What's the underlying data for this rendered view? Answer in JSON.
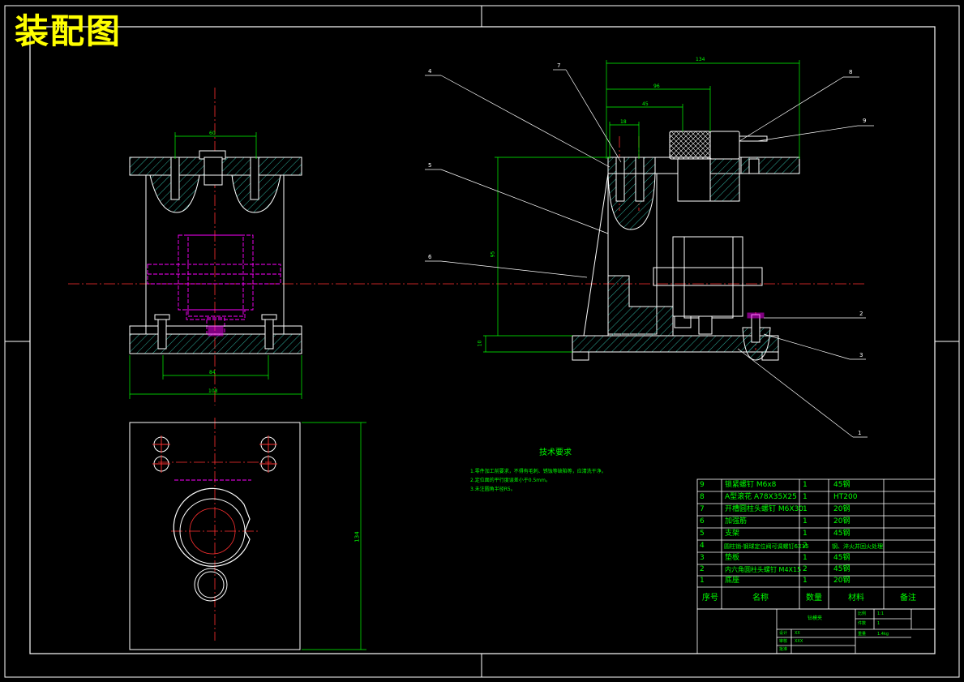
{
  "title": "装配图",
  "tech_requirements": {
    "heading": "技术要求",
    "notes": [
      "1.零件加工前要求，不得有毛刺、锈蚀等缺陷等，应清洗干净。",
      "2.定位面的平行度误差小于0.5mm。",
      "3.未注圆角半径R5。"
    ]
  },
  "dimensions": {
    "top_view_bolt_spacing": "60",
    "base_bolt_spacing": "84",
    "base_width": "108",
    "plan_height": "134",
    "overall_length": "134",
    "side_width_96": "96",
    "side_width_45": "45",
    "side_width_18": "18",
    "side_height": "95",
    "base_thickness": "10"
  },
  "balloons": [
    "1",
    "2",
    "3",
    "4",
    "5",
    "6",
    "7",
    "8",
    "9"
  ],
  "bom": {
    "header": {
      "no": "序号",
      "name": "名称",
      "qty": "数量",
      "material": "材料",
      "note": "备注"
    },
    "rows": [
      {
        "no": "9",
        "name": "锁紧螺钉 M6x8",
        "qty": "1",
        "material": "45钢"
      },
      {
        "no": "8",
        "name": "A型滚花 A78X35X25",
        "qty": "1",
        "material": "HT200"
      },
      {
        "no": "7",
        "name": "开槽圆柱头螺钉 M6X30",
        "qty": "1",
        "material": "20钢"
      },
      {
        "no": "6",
        "name": "加强筋",
        "qty": "1",
        "material": "20钢"
      },
      {
        "no": "5",
        "name": "支架",
        "qty": "1",
        "material": "45钢"
      },
      {
        "no": "4",
        "name": "圆柱销-钢球定位阀可调螺钉6X15",
        "qty": "2",
        "material": "钢、淬火并回火处理"
      },
      {
        "no": "3",
        "name": "垫板",
        "qty": "1",
        "material": "45钢"
      },
      {
        "no": "2",
        "name": "内六角圆柱头螺钉 M4X15",
        "qty": "2",
        "material": "45钢"
      },
      {
        "no": "1",
        "name": "底座",
        "qty": "1",
        "material": "20钢"
      }
    ]
  },
  "title_block": {
    "drawing_name": "钻模夹",
    "scale_label": "比例",
    "scale_value": "1:1",
    "sheet_label": "件数",
    "sheet_value": "1",
    "designer_label": "设计",
    "designer_value": "XX",
    "checker_label": "审核",
    "checker_value": "XXX",
    "approver_label": "批准",
    "weight_label": "重量",
    "weight_value": "1.4kg"
  }
}
